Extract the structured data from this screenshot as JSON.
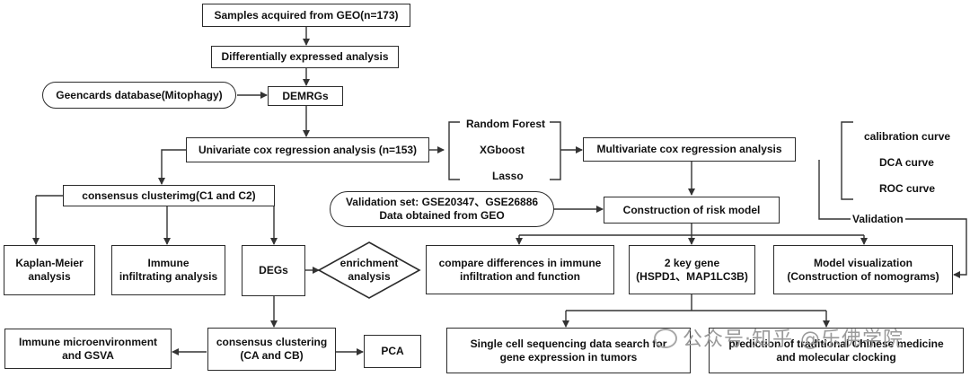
{
  "nodes": {
    "samples": "Samples acquired from GEO(n=173)",
    "dea": "Differentially expressed analysis",
    "genecards": "Geencards database(Mitophagy)",
    "demrgs": "DEMRGs",
    "univariate": "Univariate cox regression analysis (n=153)",
    "random_forest": "Random Forest",
    "xgboost": "XGboost",
    "lasso": "Lasso",
    "multivariate": "Multivariate cox regression analysis",
    "calibration": "calibration curve",
    "dca": "DCA curve",
    "roc": "ROC curve",
    "validation": "Validation",
    "consensus1": "consensus clusterimg(C1 and C2)",
    "validation_set_line1": "Validation set: GSE20347、GSE26886",
    "validation_set_line2": "Data obtained from GEO",
    "construction": "Construction of risk model",
    "km_line1": "Kaplan-Meier",
    "km_line2": "analysis",
    "immune_line1": "Immune",
    "immune_line2": "infiltrating analysis",
    "degs": "DEGs",
    "enrich_line1": "enrichment",
    "enrich_line2": "analysis",
    "compare_line1": "compare differences in immune",
    "compare_line2": "infiltration and function",
    "keygene_line1": "2 key gene",
    "keygene_line2": "(HSPD1、MAP1LC3B)",
    "modelvis_line1": "Model visualization",
    "modelvis_line2": "(Construction of nomograms)",
    "immune_env_line1": "Immune microenvironment",
    "immune_env_line2": "and GSVA",
    "consensus2_line1": "consensus clustering",
    "consensus2_line2": "(CA and CB)",
    "pca": "PCA",
    "singlecell_line1": "Single cell sequencing data search for",
    "singlecell_line2": "gene expression in tumors",
    "tcm_line1": "prediction of traditional Chinese medicine",
    "tcm_line2": "and molecular clocking"
  },
  "watermark": "公众号·知乎 @乐佛学院"
}
